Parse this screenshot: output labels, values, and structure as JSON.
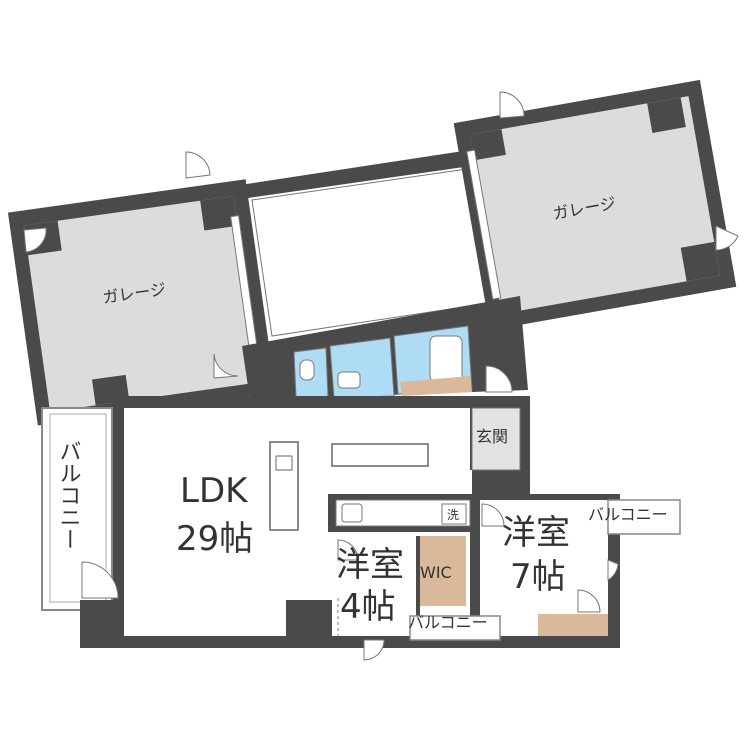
{
  "colors": {
    "wall": "#4a4a4a",
    "floor": "#ffffff",
    "garage_floor": "#dcdcdc",
    "wet_area": "#aedcf4",
    "wood": "#d9b99a",
    "entrance": "#e2e2e2",
    "line": "#777777"
  },
  "rooms": {
    "garage_left": "ガレージ",
    "garage_right": "ガレージ",
    "ldk_name": "LDK",
    "ldk_size": "29帖",
    "entrance": "玄関",
    "room_small_name": "洋室",
    "room_small_size": "4帖",
    "room_large_name": "洋室",
    "room_large_size": "7帖",
    "wic": "WIC",
    "balcony_left": "バルコニー",
    "balcony_right": "バルコニー",
    "balcony_bottom": "バルコニー",
    "washer": "洗"
  }
}
